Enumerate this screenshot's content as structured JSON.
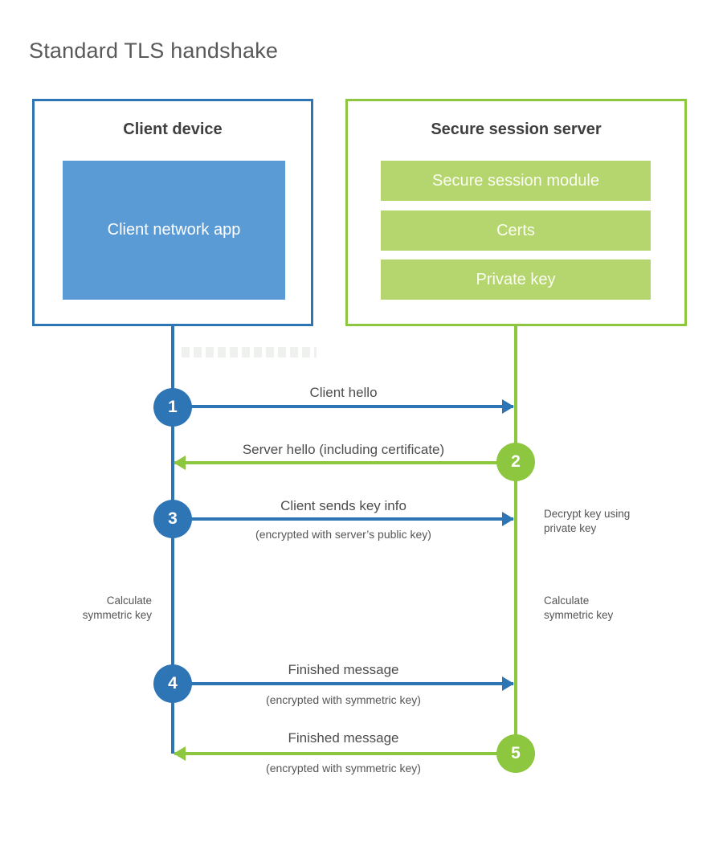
{
  "title": "Standard TLS handshake",
  "colors": {
    "client_blue": "#2e75b6",
    "client_blue_light": "#5b9bd5",
    "server_green": "#8dc63f",
    "server_green_light": "#b5d66e"
  },
  "client": {
    "title": "Client device",
    "app": "Client network app"
  },
  "server": {
    "title": "Secure session server",
    "modules": [
      "Secure session module",
      "Certs",
      "Private key"
    ]
  },
  "messages": [
    {
      "step": "1",
      "from": "client",
      "direction": "right",
      "label": "Client hello",
      "sublabel": ""
    },
    {
      "step": "2",
      "from": "server",
      "direction": "left",
      "label": "Server hello (including certificate)",
      "sublabel": ""
    },
    {
      "step": "3",
      "from": "client",
      "direction": "right",
      "label": "Client sends key info",
      "sublabel": "(encrypted with server’s public key)"
    },
    {
      "step": "4",
      "from": "client",
      "direction": "right",
      "label": "Finished message",
      "sublabel": "(encrypted with symmetric key)"
    },
    {
      "step": "5",
      "from": "server",
      "direction": "left",
      "label": "Finished message",
      "sublabel": "(encrypted with symmetric key)"
    }
  ],
  "notes": {
    "decrypt": {
      "line1": "Decrypt key using",
      "line2": "private key"
    },
    "calc_left": {
      "line1": "Calculate",
      "line2": "symmetric key"
    },
    "calc_right": {
      "line1": "Calculate",
      "line2": "symmetric key"
    }
  }
}
